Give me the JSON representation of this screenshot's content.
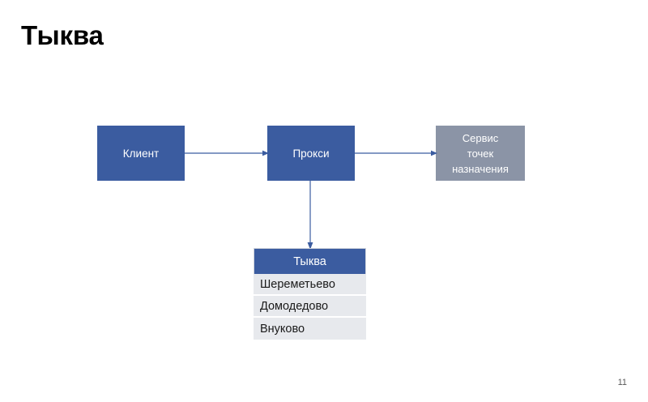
{
  "slide": {
    "title": "Тыква",
    "page_number": "11",
    "background_color": "#ffffff"
  },
  "colors": {
    "accent_blue": "#3B5CA0",
    "service_gray": "#8B94A6",
    "row_gray": "#E7E9ED",
    "connector_blue": "#3B5CA0",
    "title_text": "#000000",
    "page_number_text": "#595959"
  },
  "diagram": {
    "nodes": [
      {
        "id": "client",
        "label": "Клиент",
        "fill": "#3B5CA0"
      },
      {
        "id": "proxy",
        "label": "Прокси",
        "fill": "#3B5CA0"
      },
      {
        "id": "destination_service",
        "label": "Сервис\nточек\nназначения",
        "fill": "#8B94A6"
      }
    ],
    "connectors": [
      {
        "id": "client-to-proxy",
        "from": "client",
        "to": "proxy",
        "direction": "right",
        "arrowhead": true
      },
      {
        "id": "proxy-to-service",
        "from": "proxy",
        "to": "destination_service",
        "direction": "right",
        "arrowhead": true
      },
      {
        "id": "proxy-to-table",
        "from": "proxy",
        "to": "lookup_table",
        "direction": "down",
        "arrowhead": true
      }
    ]
  },
  "lookup_table": {
    "header": "Тыква",
    "rows": [
      {
        "value": "Шереметьево"
      },
      {
        "value": "Домодедово"
      },
      {
        "value": "Внуково"
      }
    ]
  }
}
